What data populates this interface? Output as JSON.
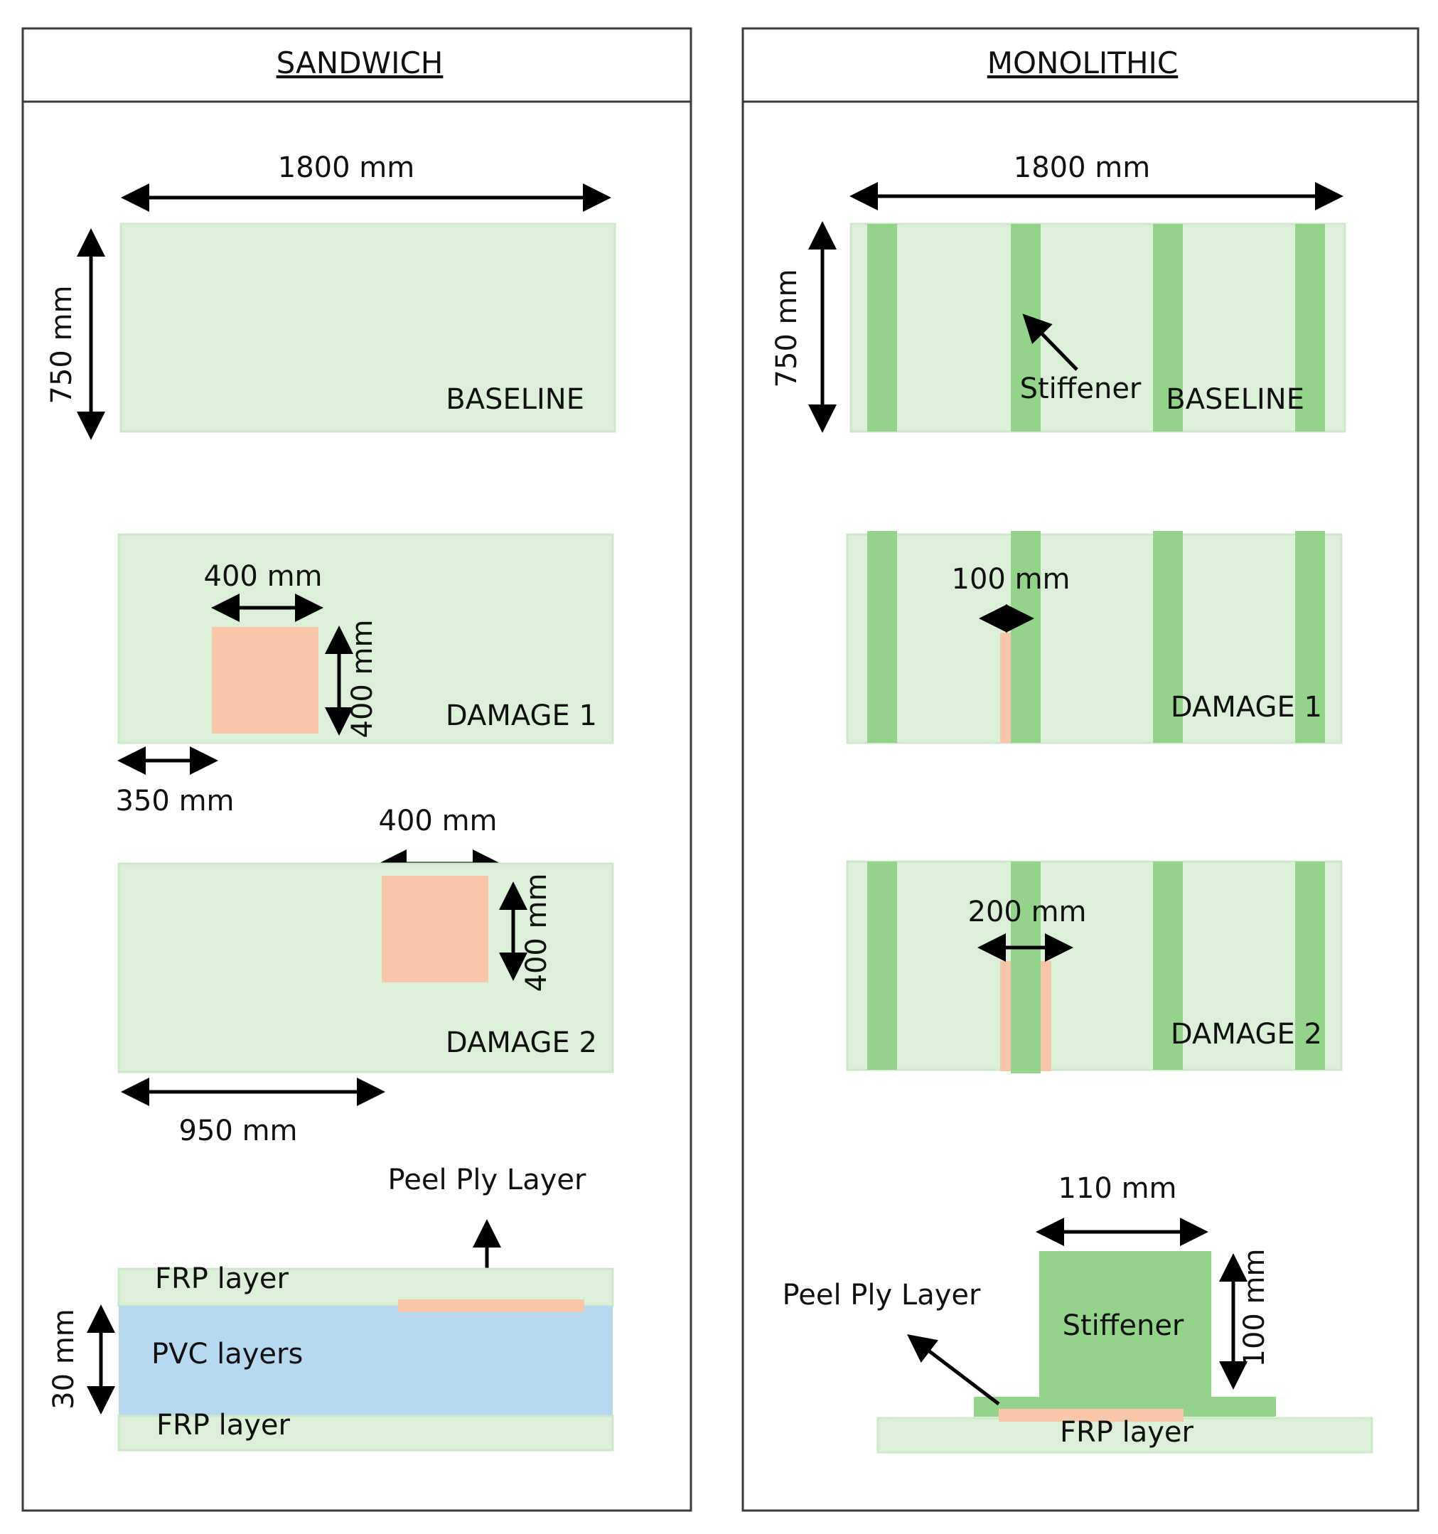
{
  "colors": {
    "laminate": "#dcefd9",
    "laminate_edge": "#cde8c8",
    "stiffener": "#93d38a",
    "damage": "#f8c7a7",
    "pvc": "#b7d9f0",
    "line": "#000000"
  },
  "sandwich": {
    "title": "SANDWICH",
    "width_dim": "1800 mm",
    "height_dim": "750 mm",
    "baseline_label": "BASELINE",
    "damage1": {
      "label": "DAMAGE 1",
      "w_dim": "400 mm",
      "h_dim": "400 mm",
      "offset_dim": "350 mm"
    },
    "damage2": {
      "label": "DAMAGE 2",
      "w_dim": "400 mm",
      "h_dim": "400 mm",
      "offset_dim": "950 mm"
    },
    "section": {
      "peel_ply": "Peel Ply Layer",
      "frp_top": "FRP layer",
      "pvc": "PVC layers",
      "frp_bottom": "FRP layer",
      "thickness_dim": "30 mm"
    }
  },
  "monolithic": {
    "title": "MONOLITHIC",
    "width_dim": "1800 mm",
    "height_dim": "750 mm",
    "stiffener_label": "Stiffener",
    "baseline_label": "BASELINE",
    "damage1": {
      "label": "DAMAGE 1",
      "w_dim": "100 mm"
    },
    "damage2": {
      "label": "DAMAGE 2",
      "w_dim": "200 mm"
    },
    "section": {
      "width_dim": "110 mm",
      "height_dim": "100 mm",
      "peel_ply": "Peel Ply Layer",
      "stiffener": "Stiffener",
      "frp": "FRP layer"
    }
  }
}
